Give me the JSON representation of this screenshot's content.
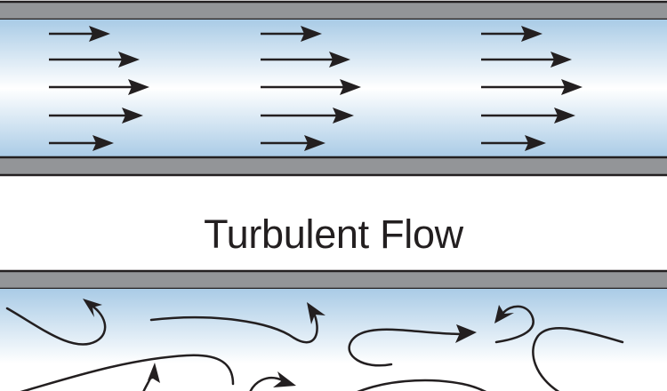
{
  "diagram": {
    "heading": "Turbulent Flow",
    "colors": {
      "pipe_wall": "#939598",
      "wall_outline": "#231f20",
      "fluid_edge": "#a9cbe6",
      "fluid_center": "#ffffff",
      "arrows": "#231f20",
      "background": "#ffffff"
    },
    "sections": [
      {
        "id": "laminar",
        "arrow_style": "parallel straight arrows",
        "text": ""
      },
      {
        "id": "turbulent",
        "arrow_style": "curved swirling arrows",
        "text": ""
      }
    ]
  }
}
